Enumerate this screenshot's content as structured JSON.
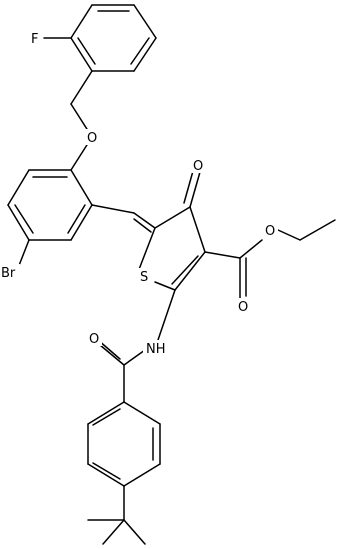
{
  "structure": {
    "atom_labels": {
      "fluorine": "F",
      "ether_oxygen": "O",
      "bromine": "Br",
      "ring_sulfur": "S",
      "ketone_oxygen": "O",
      "ester_carbonyl_oxygen": "O",
      "ester_oxygen": "O",
      "amide_oxygen": "O",
      "amide_nitrogen": "NH"
    }
  }
}
